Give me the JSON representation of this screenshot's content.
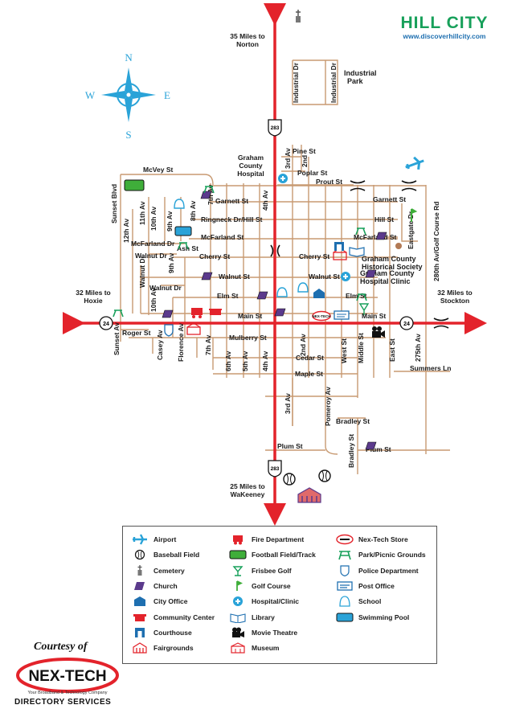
{
  "header": {
    "title": "HILL CITY",
    "website": "www.discoverhillcity.com"
  },
  "compass": {
    "n": "N",
    "s": "S",
    "e": "E",
    "w": "W"
  },
  "directions": {
    "north": [
      "35 Miles to",
      "Norton"
    ],
    "south": [
      "25 Miles to",
      "WaKeeney"
    ],
    "west": [
      "32 Miles to",
      "Hoxie"
    ],
    "east": [
      "32 Miles to",
      "Stockton"
    ]
  },
  "shields": {
    "us283": "283",
    "k24": "24"
  },
  "places": {
    "industrial_park": [
      "Industrial",
      "Park"
    ],
    "hospital": [
      "Graham",
      "County",
      "Hospital"
    ],
    "historical": [
      "Graham County",
      "Historical Society"
    ],
    "clinic": [
      "Graham County",
      "Hospital Clinic"
    ],
    "nextech": "NEX-TECH"
  },
  "streets": {
    "industrial_dr": "Industrial Dr",
    "pine": "Pine St",
    "third_av": "3rd Av",
    "second": "2nd",
    "poplar": "Poplar St",
    "prout": "Prout St",
    "mcvey": "McVey St",
    "sunset_blvd": "Sunset Blvd",
    "eleventh": "11th Av",
    "tenth": "10th Av",
    "ninth": "9th Av",
    "eighth": "8th Av",
    "seventh": "7th Av",
    "garnett": "Garnett St",
    "garnett_e": "Garnett St",
    "fourth": "4th Av",
    "ringneck": "Ringneck Dr/Hill St",
    "hill": "Hill St",
    "eastgate": "Eastgate Dr",
    "golf": "280th Av/Golf Course Rd",
    "twelfth": "12th Av",
    "mcfarland_dr": "McFarland Dr",
    "mcfarland": "McFarland St",
    "mcfarland_e": "McFarland St",
    "ash": "Ash St",
    "walnut_dr": "Walnut Dr",
    "walnut_dr2": "Walnut Dr",
    "walnut_dr3": "Walnut Dr",
    "ninth2": "9th Av",
    "cherry": "Cherry St",
    "cherry_e": "Cherry St",
    "walnut": "Walnut St",
    "walnut_e": "Walnut St",
    "elm": "Elm St",
    "elm_e": "Elm St",
    "tenth2": "10th Av",
    "main": "Main St",
    "main_e": "Main St",
    "sunset_av": "Sunset Av",
    "roger": "Roger St",
    "casey": "Casey Av",
    "florence": "Florence Av",
    "seventh2": "7th Av",
    "mulberry": "Mulberry St",
    "sixth": "6th Av",
    "fifth": "5th Av",
    "fourth2": "4th Av",
    "second_av": "2nd Av",
    "cedar": "Cedar St",
    "west": "West St",
    "middle": "Middle St",
    "east": "East St",
    "seventyfifth": "275th Av",
    "summers": "Summers Ln",
    "maple": "Maple St",
    "third_av2": "3rd Av",
    "pomeroy": "Pomeroy Av",
    "bradley": "Bradley St",
    "bradley2": "Bradley St",
    "plum": "Plum St",
    "plum_e": "Plum St"
  },
  "legend": [
    {
      "icon": "airport-icon",
      "label": "Airport"
    },
    {
      "icon": "baseball-icon",
      "label": "Baseball Field"
    },
    {
      "icon": "cemetery-icon",
      "label": "Cemetery"
    },
    {
      "icon": "church-icon",
      "label": "Church"
    },
    {
      "icon": "city-office-icon",
      "label": "City Office"
    },
    {
      "icon": "community-center-icon",
      "label": "Community Center"
    },
    {
      "icon": "courthouse-icon",
      "label": "Courthouse"
    },
    {
      "icon": "fairgrounds-icon",
      "label": "Fairgrounds"
    },
    {
      "icon": "fire-department-icon",
      "label": "Fire Department"
    },
    {
      "icon": "football-icon",
      "label": "Football Field/Track"
    },
    {
      "icon": "frisbee-golf-icon",
      "label": "Frisbee Golf"
    },
    {
      "icon": "golf-icon",
      "label": "Golf Course"
    },
    {
      "icon": "hospital-icon",
      "label": "Hospital/Clinic"
    },
    {
      "icon": "library-icon",
      "label": "Library"
    },
    {
      "icon": "movie-icon",
      "label": "Movie Theatre"
    },
    {
      "icon": "museum-icon",
      "label": "Museum"
    },
    {
      "icon": "nextech-store-icon",
      "label": "Nex-Tech Store"
    },
    {
      "icon": "park-icon",
      "label": "Park/Picnic Grounds"
    },
    {
      "icon": "police-icon",
      "label": "Police Department"
    },
    {
      "icon": "post-office-icon",
      "label": "Post Office"
    },
    {
      "icon": "school-icon",
      "label": "School"
    },
    {
      "icon": "pool-icon",
      "label": "Swimming Pool"
    }
  ],
  "footer": {
    "courtesy": "Courtesy of",
    "brand": "NEX-TECH",
    "tagline": "Your Broadband & Technology Company",
    "services": "DIRECTORY SERVICES"
  },
  "colors": {
    "highway": "#e3232b",
    "street": "#c89a72",
    "green": "#17a05a",
    "blue": "#2aa3d8",
    "purple": "#5b3a8c",
    "dark": "#1a1a1a"
  }
}
